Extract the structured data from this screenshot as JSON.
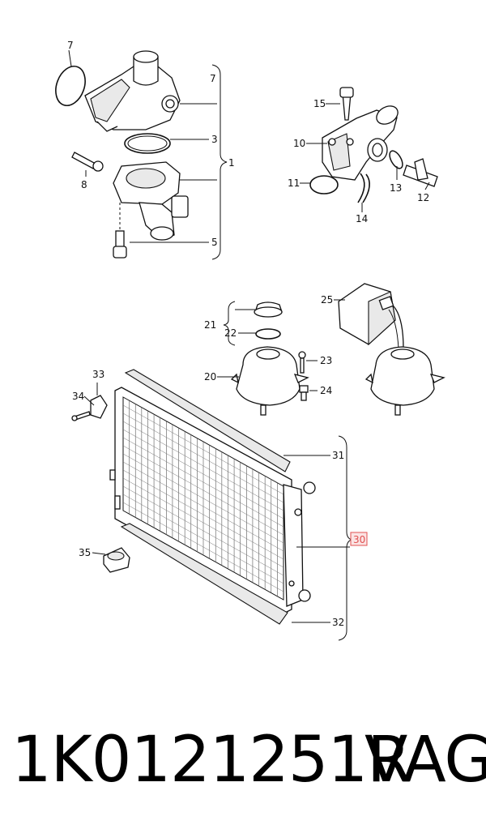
{
  "callouts": {
    "c1": "1",
    "c3": "3",
    "c5": "5",
    "c7a": "7",
    "c7b": "7",
    "c8": "8",
    "c10": "10",
    "c11": "11",
    "c12": "12",
    "c13": "13",
    "c14": "14",
    "c15": "15",
    "c20": "20",
    "c21": "21",
    "c22": "22",
    "c23": "23",
    "c24": "24",
    "c25": "25",
    "c30": "30",
    "c31": "31",
    "c32": "32",
    "c33": "33",
    "c34": "34",
    "c35": "35"
  },
  "highlight_color": "#e05050",
  "caption": {
    "part_number": "1K0121251R",
    "brand": "VAG"
  }
}
